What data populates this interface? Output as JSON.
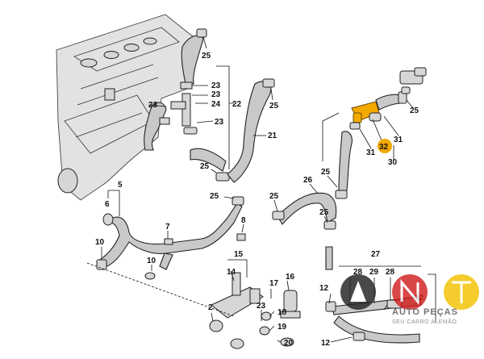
{
  "diagram": {
    "callouts": [
      {
        "id": "c25a",
        "text": "25"
      },
      {
        "id": "c23a",
        "text": "23"
      },
      {
        "id": "c23b",
        "text": "23"
      },
      {
        "id": "c24",
        "text": "24"
      },
      {
        "id": "c22",
        "text": "22"
      },
      {
        "id": "c23c",
        "text": "23"
      },
      {
        "id": "c23d",
        "text": "23"
      },
      {
        "id": "c21",
        "text": "21"
      },
      {
        "id": "c25b",
        "text": "25"
      },
      {
        "id": "c25c",
        "text": "25"
      },
      {
        "id": "c25d",
        "text": "25"
      },
      {
        "id": "c5",
        "text": "5"
      },
      {
        "id": "c6",
        "text": "6"
      },
      {
        "id": "c7",
        "text": "7"
      },
      {
        "id": "c8",
        "text": "8"
      },
      {
        "id": "c10a",
        "text": "10"
      },
      {
        "id": "c10b",
        "text": "10"
      },
      {
        "id": "c15",
        "text": "15"
      },
      {
        "id": "c14",
        "text": "14"
      },
      {
        "id": "c16",
        "text": "16"
      },
      {
        "id": "c17",
        "text": "17"
      },
      {
        "id": "c18",
        "text": "18"
      },
      {
        "id": "c19",
        "text": "19"
      },
      {
        "id": "c20",
        "text": "20"
      },
      {
        "id": "c23e",
        "text": "23"
      },
      {
        "id": "c2",
        "text": "2"
      },
      {
        "id": "c25e",
        "text": "25"
      },
      {
        "id": "c26",
        "text": "26"
      },
      {
        "id": "c25f",
        "text": "25"
      },
      {
        "id": "c25g",
        "text": "25"
      },
      {
        "id": "c31a",
        "text": "31"
      },
      {
        "id": "c31b",
        "text": "31"
      },
      {
        "id": "c32",
        "text": "32"
      },
      {
        "id": "c30",
        "text": "30"
      },
      {
        "id": "c25h",
        "text": "25"
      },
      {
        "id": "c27",
        "text": "27"
      },
      {
        "id": "c28a",
        "text": "28"
      },
      {
        "id": "c29",
        "text": "29"
      },
      {
        "id": "c28b",
        "text": "28"
      },
      {
        "id": "c12a",
        "text": "12"
      },
      {
        "id": "c12b",
        "text": "12"
      },
      {
        "id": "c12c",
        "text": "12"
      }
    ]
  },
  "watermark": {
    "main": "AUTO PEÇAS",
    "sub": "SEU CARRO ALEMÃO"
  },
  "colors": {
    "highlight": "#f2a900",
    "logo_red": "#d21f1f",
    "logo_yellow": "#f3c200",
    "logo_dark": "#222222"
  }
}
